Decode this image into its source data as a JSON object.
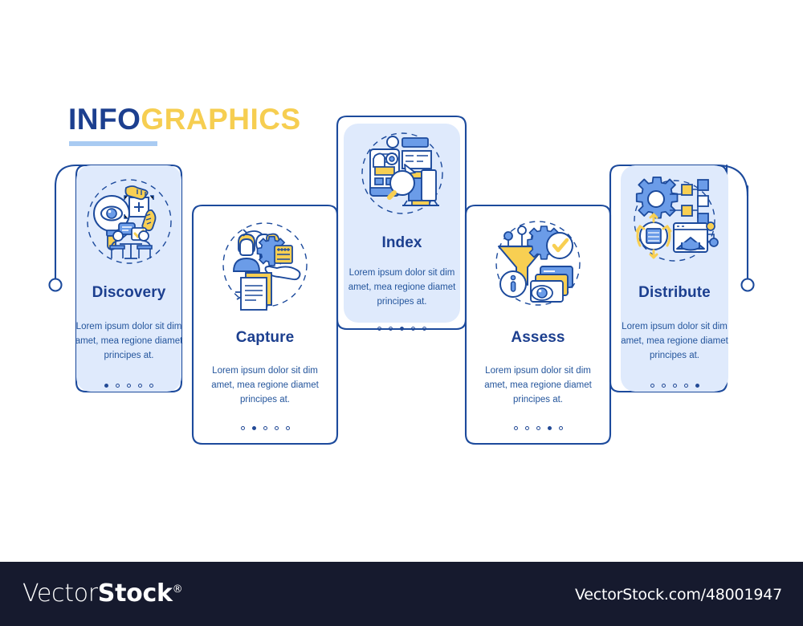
{
  "header": {
    "title_part1": "INFO",
    "title_part2": "GRAPHICS",
    "accent_blue": "#1c3f8f",
    "accent_yellow": "#f6ce51",
    "rule_color": "#a9cbf2"
  },
  "theme": {
    "outline": "#1c4a9c",
    "panel_fill": "#dfeafc",
    "title_color": "#1c3f8f",
    "body_color": "#24559c",
    "page_bg": "#ffffff",
    "footer_bg": "#161a2e",
    "icon_blue": "#6b9ce8",
    "icon_yellow": "#f8cf52",
    "icon_stroke": "#1c4a9c"
  },
  "steps": [
    {
      "index": 1,
      "title": "Discovery",
      "description": "Lorem ipsum dolor sit dim amet, mea regione diamet principes at.",
      "icon": "discovery-magnifier-eye-icon",
      "filled": true,
      "active_dot": 1,
      "dot_count": 5
    },
    {
      "index": 2,
      "title": "Capture",
      "description": "Lorem ipsum dolor sit dim amet, mea regione diamet principes at.",
      "icon": "capture-document-idea-icon",
      "filled": false,
      "active_dot": 2,
      "dot_count": 5
    },
    {
      "index": 3,
      "title": "Index",
      "description": "Lorem ipsum dolor sit dim amet, mea regione diamet principes at.",
      "icon": "index-devices-search-icon",
      "filled": true,
      "active_dot": 3,
      "dot_count": 5
    },
    {
      "index": 4,
      "title": "Assess",
      "description": "Lorem ipsum dolor sit dim amet, mea regione diamet principes at.",
      "icon": "assess-funnel-gear-icon",
      "filled": false,
      "active_dot": 4,
      "dot_count": 5
    },
    {
      "index": 5,
      "title": "Distribute",
      "description": "Lorem ipsum dolor sit dim amet, mea regione diamet principes at.",
      "icon": "distribute-gear-network-icon",
      "filled": true,
      "active_dot": 5,
      "dot_count": 5
    }
  ],
  "footer": {
    "brand_thin": "Vector",
    "brand_bold": "Stock",
    "registered": "®",
    "url": "VectorStock.com/48001947"
  }
}
